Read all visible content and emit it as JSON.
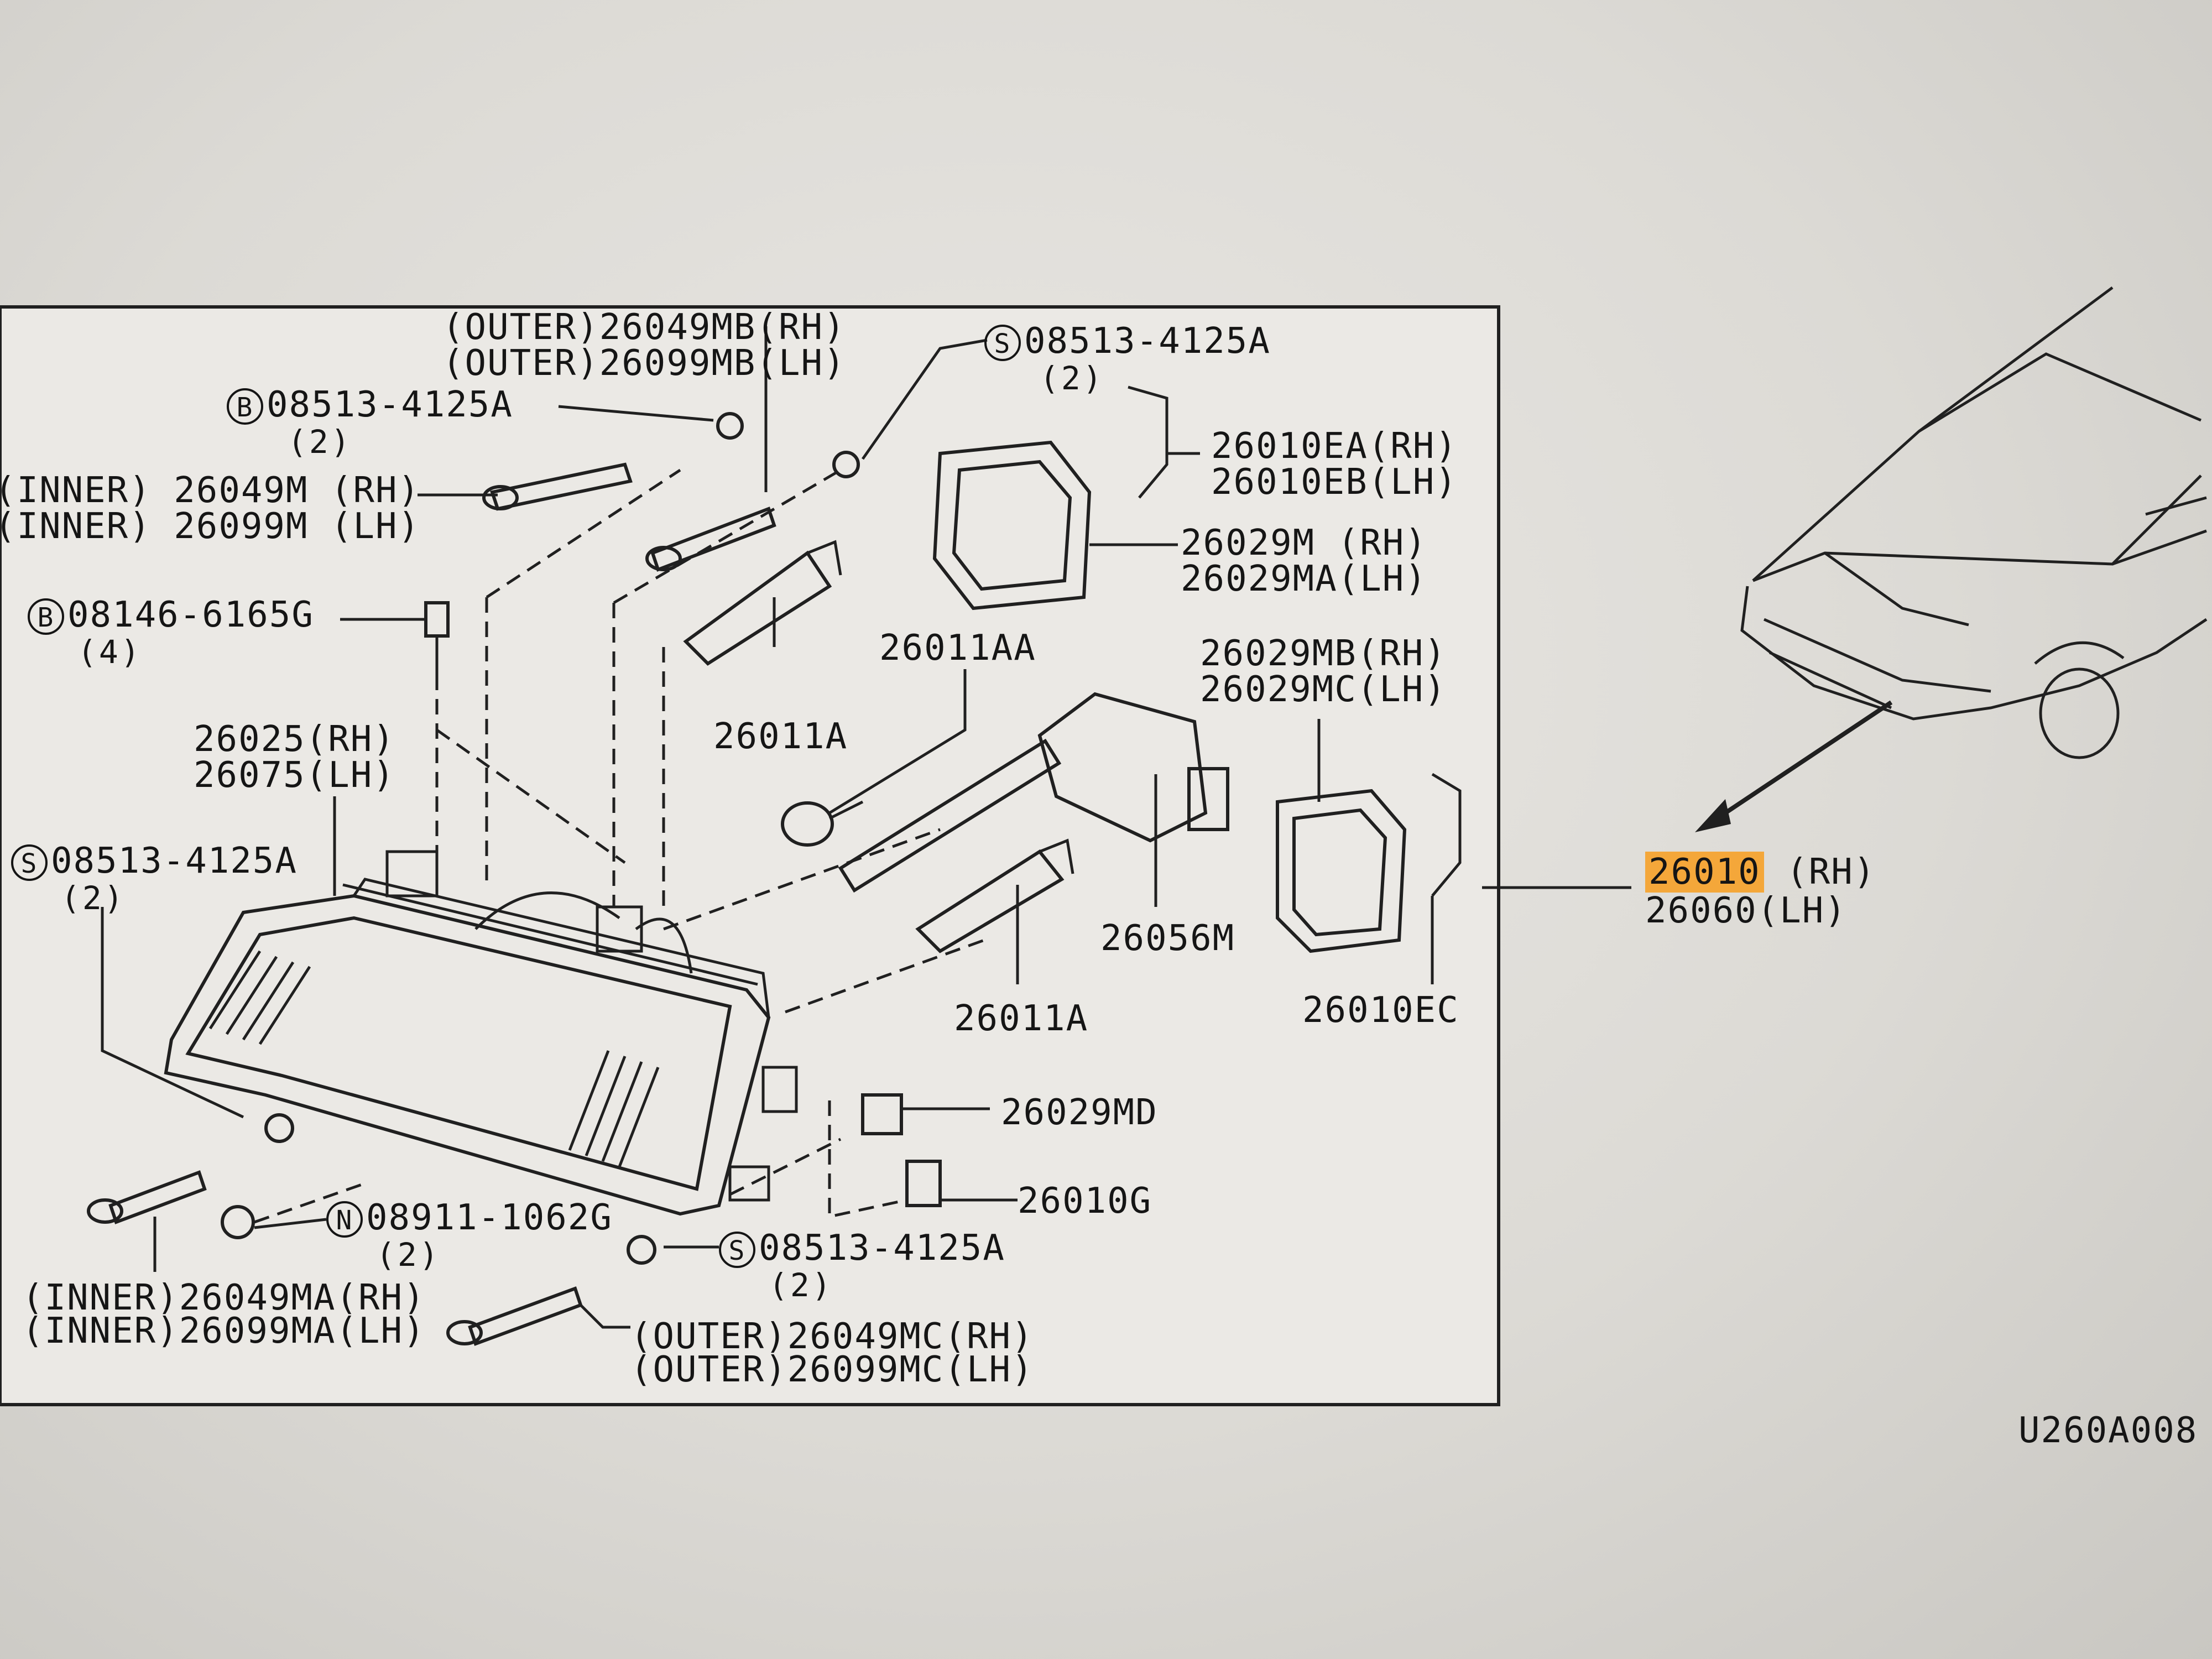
{
  "callouts": {
    "outer_mb": "(OUTER)26049MB(RH)",
    "outer_mb2": "(OUTER)26099MB(LH)",
    "s_top_num": "08513-4125A",
    "s_top_qty": "(2)",
    "s_letter": "S",
    "b_letter": "B",
    "n_letter": "N",
    "b1_num": "08513-4125A",
    "b1_qty": "(2)",
    "inner_m": "(INNER) 26049M (RH)",
    "inner_m2": "(INNER) 26099M (LH)",
    "ea_rh": "26010EA(RH)",
    "eb_lh": "26010EB(LH)",
    "m_rh": "26029M  (RH)",
    "ma_lh": "26029MA(LH)",
    "b2_num": "08146-6165G",
    "b2_qty": "(4)",
    "aa": "26011AA",
    "a1": "26011A",
    "mb_rh": "26029MB(RH)",
    "mc_lh": "26029MC(LH)",
    "p25_rh": "26025(RH)",
    "p75_lh": "26075(LH)",
    "s_left_num": "08513-4125A",
    "s_left_qty": "(2)",
    "m56": "26056M",
    "ec": "26010EC",
    "a2": "26011A",
    "md": "26029MD",
    "g": "26010G",
    "n_num": "08911-1062G",
    "n_qty": "(2)",
    "s_bot_num": "08513-4125A",
    "s_bot_qty": "(2)",
    "inner_ma": "(INNER)26049MA(RH)",
    "inner_ma2": "(INNER)26099MA(LH)",
    "outer_mc": "(OUTER)26049MC(RH)",
    "outer_mc2": "(OUTER)26099MC(LH)",
    "main_rh_num": "26010",
    "main_rh_suffix": "(RH)",
    "main_lh": "26060(LH)",
    "figure_code": "U260A008"
  },
  "colors": {
    "highlight": "#f4a73a",
    "ink": "#151515",
    "paper": "#e4e2de"
  }
}
